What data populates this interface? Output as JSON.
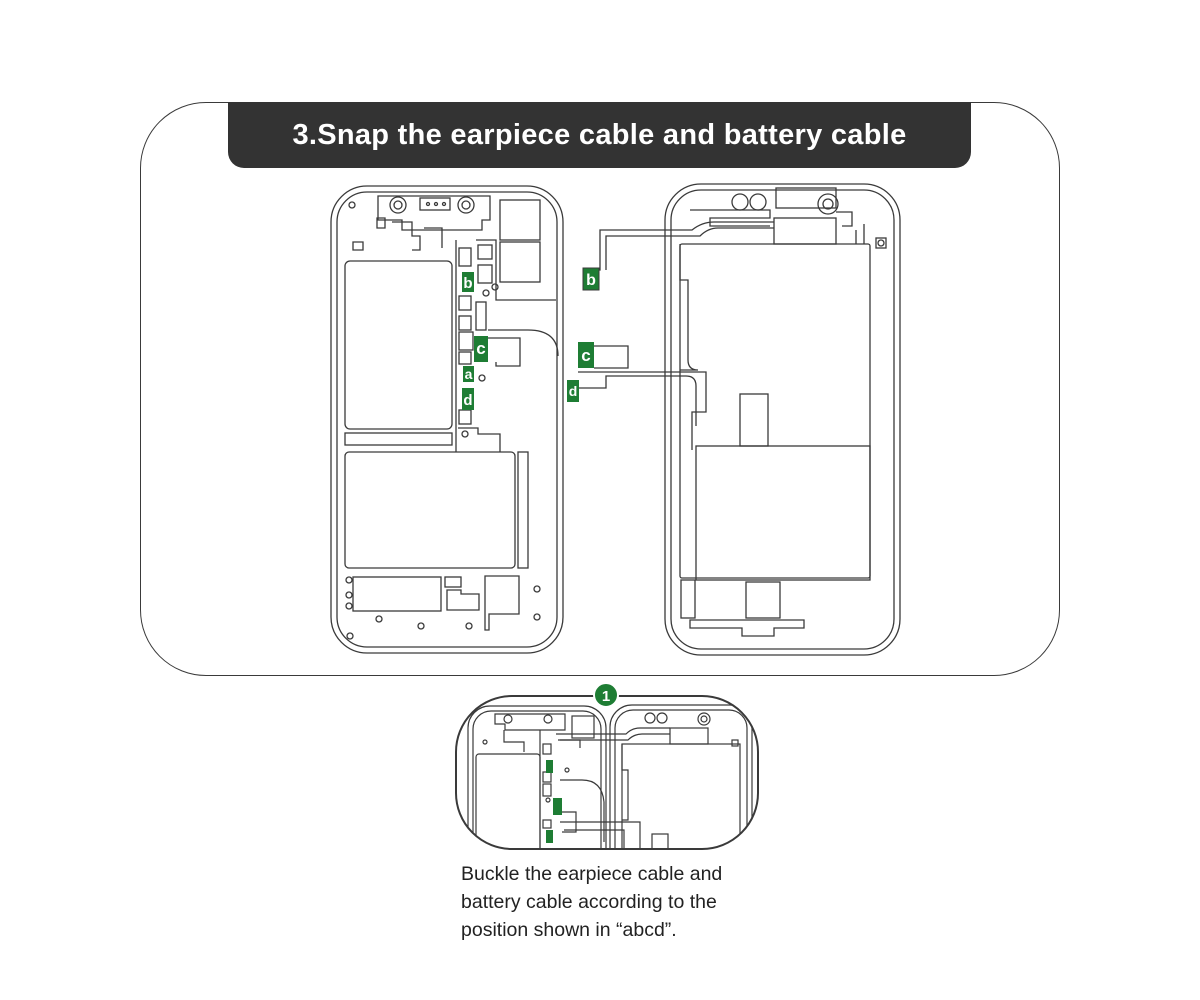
{
  "title": "3.Snap the earpiece cable and battery cable",
  "step_number": "1",
  "connector_labels": {
    "a": "a",
    "b": "b",
    "c": "c",
    "d": "d"
  },
  "caption_lines": [
    "Buckle the earpiece cable and",
    "battery cable according to the",
    "position shown in  “abcd”."
  ],
  "colors": {
    "title_bar": "#333333",
    "connector": "#1e7d34",
    "line": "#3a3a3a"
  }
}
